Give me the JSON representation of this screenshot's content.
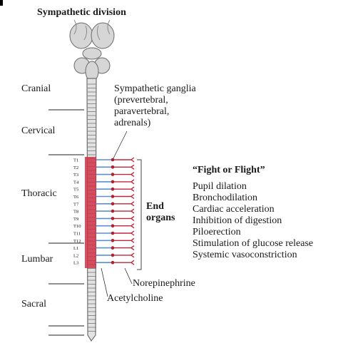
{
  "title": "Sympathetic division",
  "regions": [
    "Cranial",
    "Cervical",
    "Thoracic",
    "Lumbar",
    "Sacral"
  ],
  "segments": [
    "T1",
    "T2",
    "T3",
    "T4",
    "T5",
    "T6",
    "T7",
    "T8",
    "T9",
    "T10",
    "T11",
    "T12",
    "L1",
    "L2",
    "L3"
  ],
  "ganglia_label": [
    "Sympathetic ganglia",
    "(prevertebral,",
    "paravertebral,",
    "adrenals)"
  ],
  "end_organs": [
    "End",
    "organs"
  ],
  "effects_heading": "“Fight or Flight”",
  "effects": [
    "Pupil dilation",
    "Bronchodilation",
    "Cardiac acceleration",
    "Inhibition of digestion",
    "Piloerection",
    "Stimulation of glucose release",
    "Systemic vasoconstriction"
  ],
  "neurotransmitters": {
    "post": "Norepinephrine",
    "pre": "Acetylcholine"
  },
  "colors": {
    "preganglionic": "#c0283a",
    "postganglionic": "#5b8fd6",
    "ganglion": "#b0202f",
    "brain": "#d8d8d8",
    "cord_outline": "#555555"
  }
}
